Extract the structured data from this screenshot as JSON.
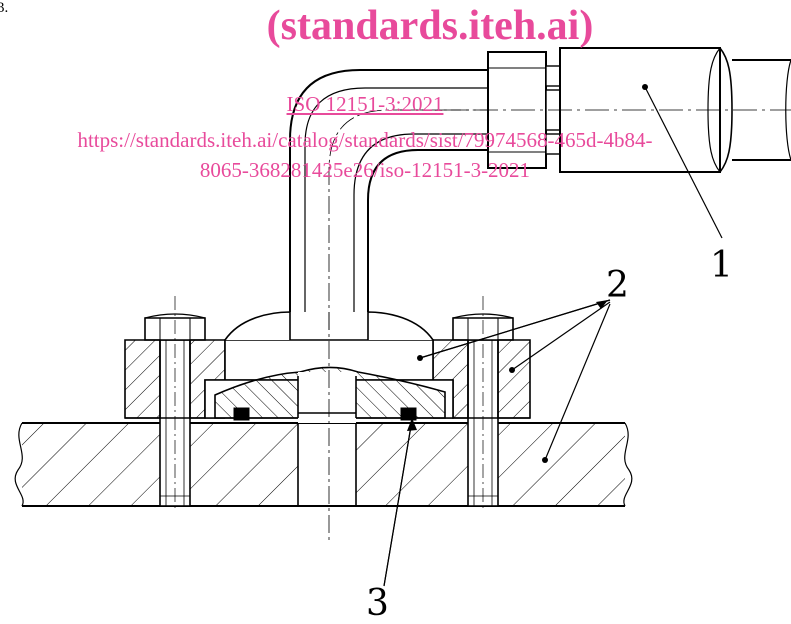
{
  "corner_fragment": "3.",
  "watermark": {
    "title": "(standards.iteh.ai)",
    "iso_reference": "ISO 12151-3:2021",
    "url_line1": "https://standards.iteh.ai/catalog/standards/sist/79974568-465d-4b84-",
    "url_line2": "8065-368281425e26/iso-12151-3-2021",
    "color": "#e84a9b"
  },
  "callouts": {
    "hose": "1",
    "connection_bodies": "2",
    "seal": "3"
  },
  "colors": {
    "line": "#000000",
    "background": "#ffffff"
  }
}
